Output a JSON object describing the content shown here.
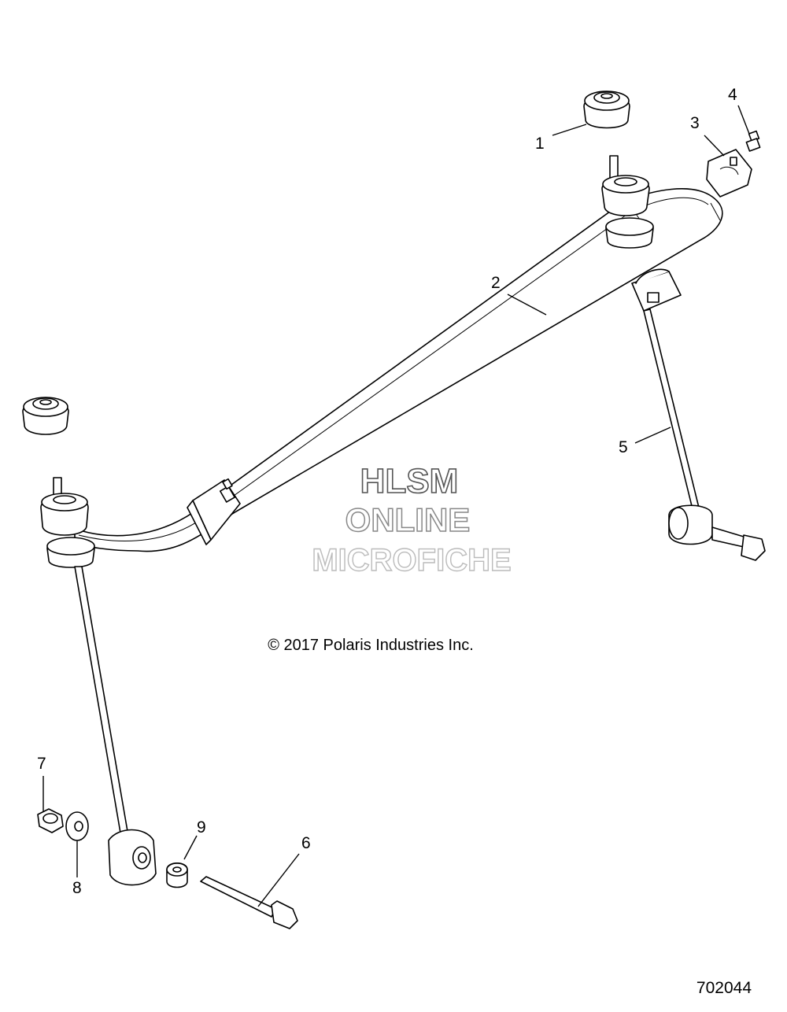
{
  "watermark": {
    "line1": "HLSM",
    "line2": "ONLINE",
    "line3": "MICROFICHE"
  },
  "copyright": "© 2017 Polaris Industries Inc.",
  "reference_number": "702044",
  "callouts": {
    "c1": "1",
    "c2": "2",
    "c3": "3",
    "c4": "4",
    "c5": "5",
    "c6": "6",
    "c7": "7",
    "c8": "8",
    "c9": "9"
  }
}
